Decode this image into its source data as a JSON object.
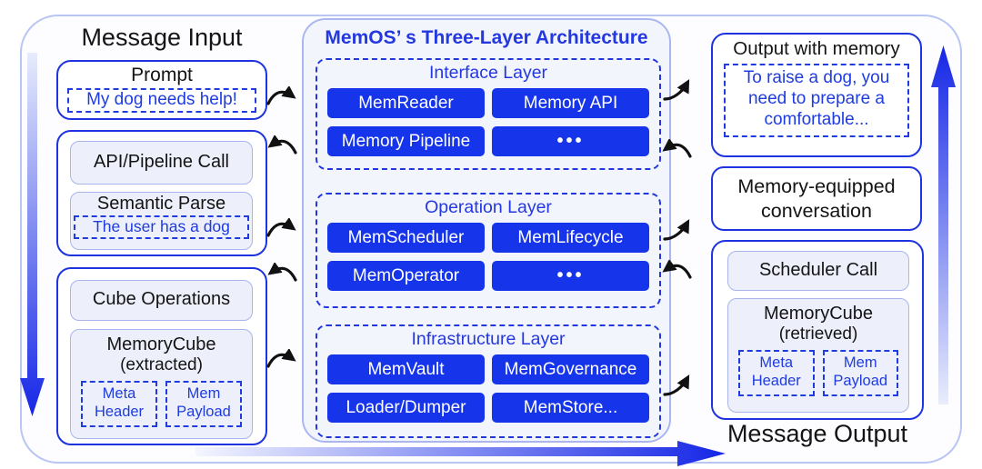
{
  "colors": {
    "primary_blue": "#1D33E0",
    "button_blue": "#1634EA",
    "text_blue": "#1E3CE0",
    "light_box_border": "#A9B5EC",
    "light_box_fill": "#EDF0FA",
    "frame_border": "#B9C5F3",
    "panel_fill": "#F3F5FD",
    "text_black": "#141414",
    "arrow_black": "#111111"
  },
  "icons": {
    "flow_arrow_right": "curved-arrow-right",
    "flow_arrow_left": "curved-arrow-left",
    "flow_arrow_up_right": "curved-arrow-up-right",
    "big_arrow_down": "gradient-arrow-down",
    "big_arrow_up": "gradient-arrow-up",
    "big_arrow_right": "gradient-arrow-right"
  },
  "left": {
    "title": "Message Input",
    "prompt": {
      "label": "Prompt",
      "example": "My dog needs help!"
    },
    "pipeline": {
      "api_call": "API/Pipeline Call",
      "semantic_parse": "Semantic Parse",
      "parse_example": "The user has a dog"
    },
    "cube": {
      "operations": "Cube Operations",
      "memory_cube": "MemoryCube",
      "memory_cube_note": "(extracted)",
      "meta_header": "Meta Header",
      "mem_payload": "Mem Payload"
    }
  },
  "center": {
    "title": "MemOS’ s Three-Layer Architecture",
    "layers": [
      {
        "name": "Interface Layer",
        "modules": [
          "MemReader",
          "Memory API",
          "Memory Pipeline",
          "•••"
        ]
      },
      {
        "name": "Operation Layer",
        "modules": [
          "MemScheduler",
          "MemLifecycle",
          "MemOperator",
          "•••"
        ]
      },
      {
        "name": "Infrastructure Layer",
        "modules": [
          "MemVault",
          "MemGovernance",
          "Loader/Dumper",
          "MemStore..."
        ]
      }
    ]
  },
  "right": {
    "output": {
      "label": "Output with memory",
      "example": "To raise a dog, you need to prepare a comfortable..."
    },
    "conversation": {
      "label": "Memory-equipped conversation"
    },
    "scheduler": {
      "call": "Scheduler Call",
      "memory_cube": "MemoryCube",
      "memory_cube_note": "(retrieved)",
      "meta_header": "Meta Header",
      "mem_payload": "Mem Payload"
    },
    "title": "Message Output"
  }
}
